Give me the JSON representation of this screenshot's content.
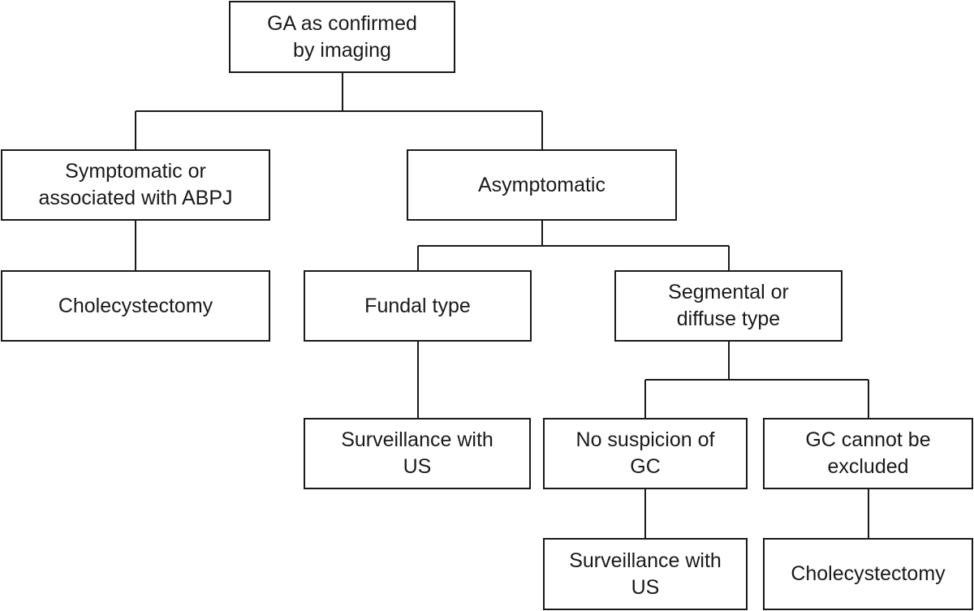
{
  "nodes": {
    "root": {
      "line1": "GA as confirmed",
      "line2": "by imaging"
    },
    "symptomatic": {
      "line1": "Symptomatic or",
      "line2": "associated with ABPJ"
    },
    "asymptomatic": {
      "label": "Asymptomatic"
    },
    "cholecystectomy_left": {
      "label": "Cholecystectomy"
    },
    "fundal": {
      "label": "Fundal type"
    },
    "segmental": {
      "line1": "Segmental or",
      "line2": "diffuse type"
    },
    "surveillance_fundal": {
      "line1": "Surveillance with",
      "line2": "US"
    },
    "no_suspicion": {
      "line1": "No suspicion of",
      "line2": "GC"
    },
    "gc_not_excluded": {
      "line1": "GC cannot be",
      "line2": "excluded"
    },
    "surveillance_segmental": {
      "line1": "Surveillance with",
      "line2": "US"
    },
    "cholecystectomy_right": {
      "label": "Cholecystectomy"
    }
  },
  "edges": [
    [
      "root",
      "symptomatic"
    ],
    [
      "root",
      "asymptomatic"
    ],
    [
      "symptomatic",
      "cholecystectomy_left"
    ],
    [
      "asymptomatic",
      "fundal"
    ],
    [
      "asymptomatic",
      "segmental"
    ],
    [
      "fundal",
      "surveillance_fundal"
    ],
    [
      "segmental",
      "no_suspicion"
    ],
    [
      "segmental",
      "gc_not_excluded"
    ],
    [
      "no_suspicion",
      "surveillance_segmental"
    ],
    [
      "gc_not_excluded",
      "cholecystectomy_right"
    ]
  ]
}
